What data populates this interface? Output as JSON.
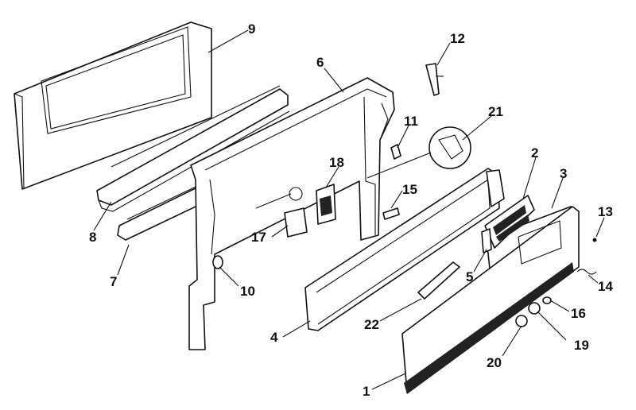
{
  "diagram": {
    "callouts": [
      "1",
      "2",
      "3",
      "4",
      "5",
      "6",
      "7",
      "8",
      "9",
      "10",
      "11",
      "12",
      "13",
      "14",
      "15",
      "16",
      "17",
      "18",
      "19",
      "20",
      "21",
      "22"
    ]
  },
  "colors": {
    "line": "#111111",
    "background": "#ffffff"
  }
}
